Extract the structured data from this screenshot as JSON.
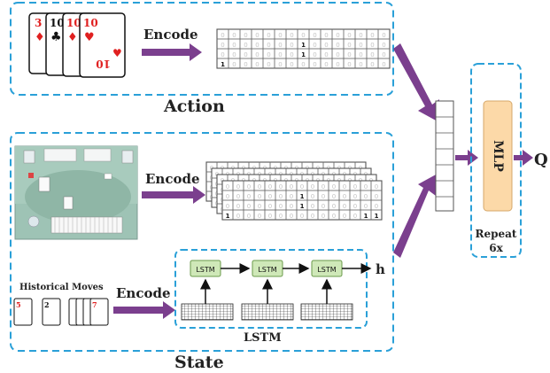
{
  "action": {
    "title": "Action",
    "encode_label": "Encode",
    "cards": [
      {
        "rank": "3",
        "suit": "♦",
        "color": "#e02020"
      },
      {
        "rank": "10",
        "suit": "♣",
        "color": "#111111"
      },
      {
        "rank": "10",
        "suit": "♦",
        "color": "#e02020"
      },
      {
        "rank": "10",
        "suit": "♥",
        "color": "#e02020"
      }
    ],
    "card_corner_bottom": "10",
    "matrix_ones": [
      "1",
      "1",
      "1"
    ]
  },
  "state": {
    "title": "State",
    "encode_label": "Encode",
    "historical_label": "Historical Moves",
    "matrix_ones": [
      "1",
      "1",
      "1",
      "1",
      "1"
    ],
    "lstm": {
      "cell_label": "LSTM",
      "box_label": "LSTM",
      "output_label": "h"
    }
  },
  "mlp": {
    "label": "MLP",
    "repeat_label": "Repeat",
    "repeat_count": "6x",
    "output_label": "Q"
  },
  "colors": {
    "dashed_border": "#2aa0d8",
    "arrow": "#7b3f8e",
    "mlp_fill": "#fcd9a8",
    "lstm_cell_fill": "#cfe8b8",
    "lstm_cell_stroke": "#6a9a4a"
  }
}
